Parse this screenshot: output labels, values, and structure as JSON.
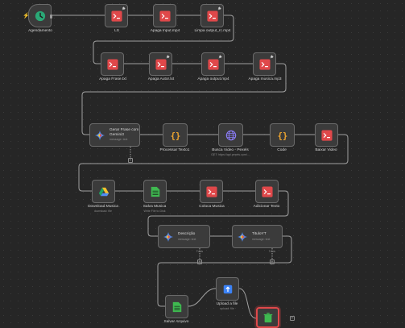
{
  "workflow": {
    "nodes": [
      {
        "key": "agendamento",
        "label": "Agendamento",
        "sub": "",
        "icon": "clock-icon"
      },
      {
        "key": "ls",
        "label": "LS",
        "sub": "",
        "icon": "terminal-icon"
      },
      {
        "key": "apaga_input",
        "label": "Apaga Input.mp4",
        "sub": "",
        "icon": "terminal-icon"
      },
      {
        "key": "limpa_output",
        "label": "Limpa output_rc.mp4",
        "sub": "",
        "icon": "terminal-icon"
      },
      {
        "key": "apaga_frase",
        "label": "Apaga Frase.txt",
        "sub": "",
        "icon": "terminal-icon"
      },
      {
        "key": "apaga_autor",
        "label": "Apaga Autor.txt",
        "sub": "",
        "icon": "terminal-icon"
      },
      {
        "key": "apaga_output",
        "label": "Apaga output.mp4",
        "sub": "",
        "icon": "terminal-icon"
      },
      {
        "key": "apaga_musica",
        "label": "Apaga musica.mp3",
        "sub": "",
        "icon": "terminal-icon"
      },
      {
        "key": "gerar_frase",
        "label": "Gerar Frase com Gemini3",
        "sub": "message: text",
        "icon": "gemini-icon"
      },
      {
        "key": "processar_texto",
        "label": "Processar Texto1",
        "sub": "",
        "icon": "code-braces-icon"
      },
      {
        "key": "busca_video",
        "label": "Busca Video - Pexels",
        "sub": "GET: https://api.pexels.com/...",
        "icon": "globe-icon"
      },
      {
        "key": "code",
        "label": "Code",
        "sub": "",
        "icon": "code-braces-icon"
      },
      {
        "key": "baixar_video",
        "label": "Baixar Video",
        "sub": "",
        "icon": "terminal-icon"
      },
      {
        "key": "download_musica",
        "label": "Download Musica",
        "sub": "download: file",
        "icon": "google-drive-icon"
      },
      {
        "key": "salva_musica",
        "label": "Salva Musica",
        "sub": "Write File to Disk",
        "icon": "disk-file-icon"
      },
      {
        "key": "coloca_musica",
        "label": "Coloca Musica",
        "sub": "",
        "icon": "terminal-icon"
      },
      {
        "key": "adicionar_texto",
        "label": "Adicionar Texto",
        "sub": "",
        "icon": "terminal-icon"
      },
      {
        "key": "descricao",
        "label": "Descrição",
        "sub": "message: text",
        "icon": "gemini-icon"
      },
      {
        "key": "titulo_yt",
        "label": "TituloYT",
        "sub": "message: text",
        "icon": "gemini-icon"
      },
      {
        "key": "salvar_arquivo",
        "label": "Salvar Arquivo",
        "sub": "",
        "icon": "disk-file-icon"
      },
      {
        "key": "upload_file",
        "label": "Upload a file",
        "sub": "upload: file",
        "icon": "cloud-upload-icon"
      },
      {
        "key": "final",
        "label": "",
        "sub": "",
        "icon": "trash-icon"
      }
    ]
  },
  "colors": {
    "canvas": "#262626",
    "node_bg": "#3b3b3b",
    "node_border": "#6b6b6b",
    "edge": "#a0a0a0",
    "trigger_green": "#2aa876",
    "brace_orange": "#f0a630",
    "globe_purple": "#8b7cf6",
    "terminal_red": "#e0484a",
    "disk_green": "#3fb950",
    "upload_blue": "#3b82f6",
    "selection": "#e0484a"
  },
  "branch_labels": {
    "tools": "Tools"
  }
}
